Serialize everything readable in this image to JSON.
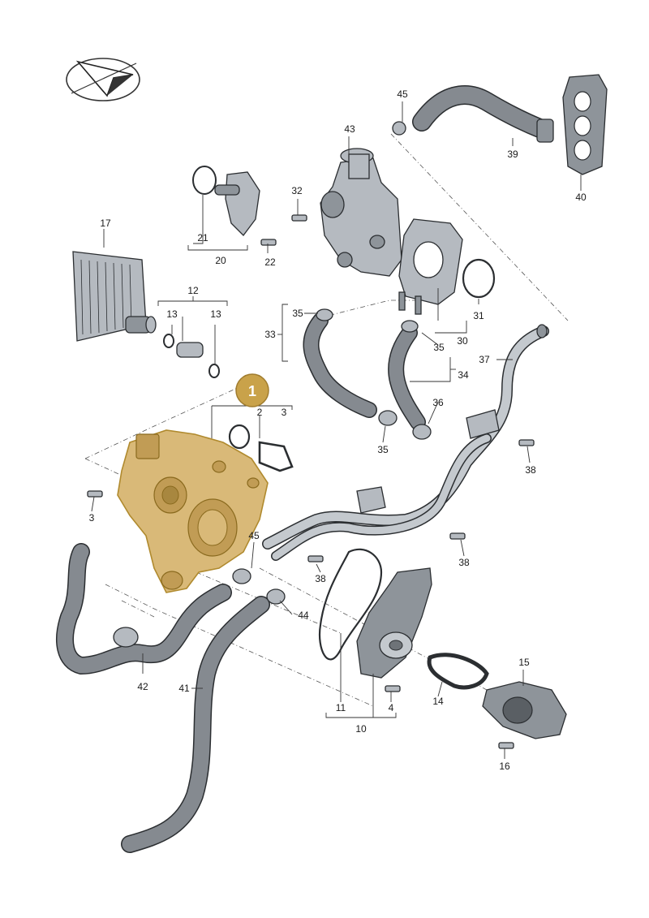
{
  "highlight": {
    "label": "1",
    "color": "#c9a24a"
  },
  "labels": {
    "l2": "2",
    "l3a": "3",
    "l3b": "3",
    "l4": "4",
    "l10": "10",
    "l11": "11",
    "l12": "12",
    "l13a": "13",
    "l13b": "13",
    "l14": "14",
    "l15": "15",
    "l16": "16",
    "l17": "17",
    "l20": "20",
    "l21": "21",
    "l22": "22",
    "l30": "30",
    "l31": "31",
    "l32": "32",
    "l33": "33",
    "l34": "34",
    "l35a": "35",
    "l35b": "35",
    "l35c": "35",
    "l36": "36",
    "l37": "37",
    "l38a": "38",
    "l38b": "38",
    "l38c": "38",
    "l39": "39",
    "l40": "40",
    "l41": "41",
    "l42": "42",
    "l43": "43",
    "l44": "44",
    "l45a": "45",
    "l45b": "45"
  },
  "colors": {
    "housing": "#d9b978",
    "parts": "#b5bac0",
    "hoses": "#7d8288"
  }
}
